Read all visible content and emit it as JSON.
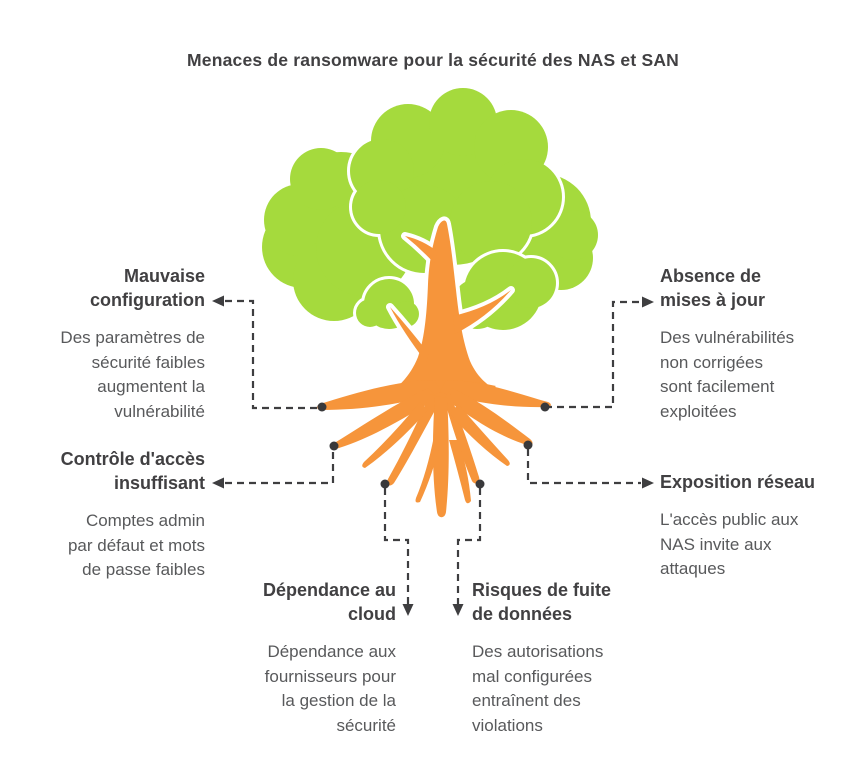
{
  "title": "Menaces de ransomware pour la sécurité des NAS et SAN",
  "palette": {
    "foliage_green": "#A5DA3D",
    "trunk_orange": "#F6953B",
    "heading_text": "#414042",
    "body_text": "#58595B",
    "connector_gray": "#3E3E40",
    "background": "#FFFFFF"
  },
  "illustration": {
    "name": "tree-with-exposed-roots",
    "foliage": "green cloud canopy",
    "roots": "orange spreading roots with six connection points"
  },
  "threats": {
    "top_left": {
      "heading": "Mauvaise\nconfiguration",
      "description": "Des paramètres de\nsécurité faibles\naugmentent la\nvulnérabilité"
    },
    "mid_left": {
      "heading": "Contrôle d'accès\ninsuffisant",
      "description": "Comptes admin\npar défaut et mots\nde passe faibles"
    },
    "top_right": {
      "heading": "Absence de\nmises à jour",
      "description": "Des vulnérabilités\nnon corrigées\nsont facilement\nexploitées"
    },
    "mid_right": {
      "heading": "Exposition réseau",
      "description": "L'accès public aux\nNAS invite aux\nattaques"
    },
    "bottom_left": {
      "heading": "Dépendance au\ncloud",
      "description": "Dépendance aux\nfournisseurs pour\nla gestion de la\nsécurité"
    },
    "bottom_right": {
      "heading": "Risques de fuite\nde données",
      "description": "Des autorisations\nmal configurées\nentraînent des\nviolations"
    }
  }
}
